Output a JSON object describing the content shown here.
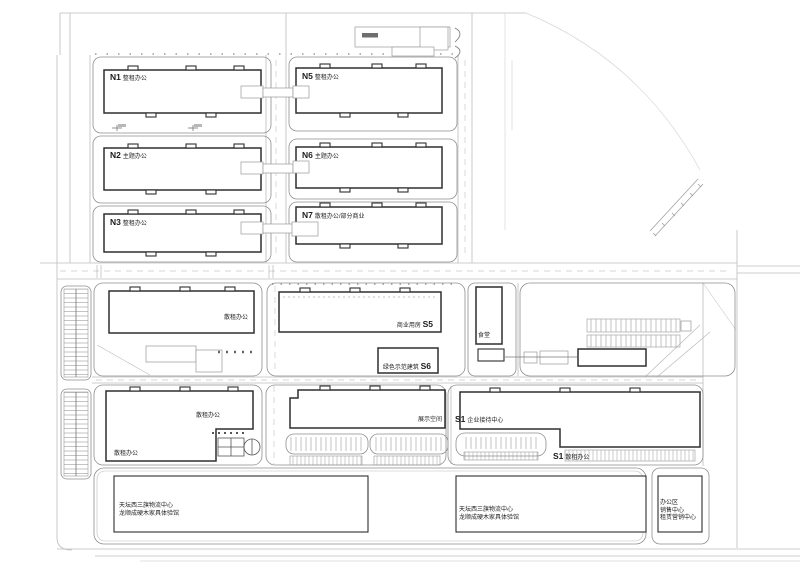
{
  "title": "site-master-plan",
  "colors": {
    "background": "#ffffff",
    "building_outline": "#2f2f2f",
    "parcel_line": "#8f8f8f",
    "road_line": "#bdbdbd",
    "hatch": "#9a9a9a",
    "text": "#1c1c1c"
  },
  "buildings": {
    "n1": {
      "id": "N1",
      "use": "整租办公"
    },
    "n2": {
      "id": "N2",
      "use": "主题办公"
    },
    "n3": {
      "id": "N3",
      "use": "整租办公"
    },
    "n5": {
      "id": "N5",
      "use": "整租办公"
    },
    "n6": {
      "id": "N6",
      "use": "主题办公"
    },
    "n7": {
      "id": "N7",
      "use": "散租办公/部分商业"
    },
    "s5": {
      "use": "商业用房",
      "id": "S5"
    },
    "s6": {
      "use": "绿色示范建筑",
      "id": "S6"
    },
    "canteen": {
      "label": "食堂"
    },
    "mid_left": {
      "label": "散租办公"
    },
    "low_left_a": {
      "label": "散租办公"
    },
    "low_left_b": {
      "label": "散租办公"
    },
    "exhibition": {
      "label": "展示空间"
    },
    "s1_reception": {
      "id": "S1",
      "label": "企业接待中心"
    },
    "s1_office": {
      "id": "S1",
      "label": "散租办公"
    },
    "logistics_west": {
      "line1": "天坛西三旗物流中心",
      "line2": "龙顺成硬木家具体验馆"
    },
    "logistics_east": {
      "line1": "天坛西三旗物流中心",
      "line2": "龙顺成硬木家具体验馆"
    },
    "office_block": {
      "line1": "办公区",
      "line2": "销售中心",
      "line3": "租赁营销中心"
    }
  }
}
